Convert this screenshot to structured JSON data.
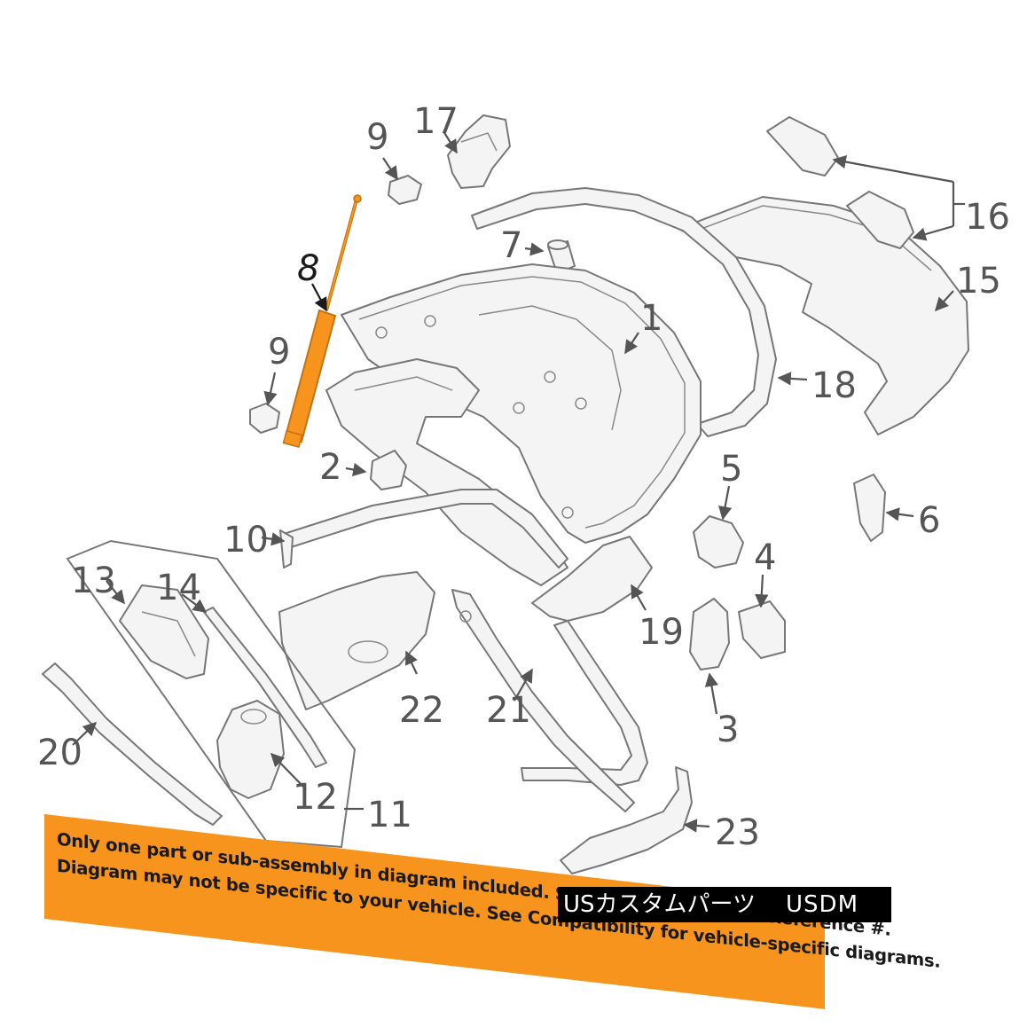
{
  "diagram": {
    "highlight_color": "#f7941d",
    "line_color": "#777777",
    "callouts": [
      {
        "id": "c1",
        "label": "1"
      },
      {
        "id": "c2",
        "label": "2"
      },
      {
        "id": "c3",
        "label": "3"
      },
      {
        "id": "c4",
        "label": "4"
      },
      {
        "id": "c5",
        "label": "5"
      },
      {
        "id": "c6",
        "label": "6"
      },
      {
        "id": "c7",
        "label": "7"
      },
      {
        "id": "c8",
        "label": "8",
        "highlighted": true
      },
      {
        "id": "c9a",
        "label": "9"
      },
      {
        "id": "c9b",
        "label": "9"
      },
      {
        "id": "c10",
        "label": "10"
      },
      {
        "id": "c11",
        "label": "11"
      },
      {
        "id": "c12",
        "label": "12"
      },
      {
        "id": "c13",
        "label": "13"
      },
      {
        "id": "c14",
        "label": "14"
      },
      {
        "id": "c15",
        "label": "15"
      },
      {
        "id": "c16",
        "label": "16"
      },
      {
        "id": "c17",
        "label": "17"
      },
      {
        "id": "c18",
        "label": "18"
      },
      {
        "id": "c19",
        "label": "19"
      },
      {
        "id": "c20",
        "label": "20"
      },
      {
        "id": "c21",
        "label": "21"
      },
      {
        "id": "c22",
        "label": "22"
      },
      {
        "id": "c23",
        "label": "23"
      }
    ]
  },
  "banner": {
    "background": "#f7941d",
    "line1": "Only one part or sub-assembly in diagram included. See Item Specifics for Reference #.",
    "line2": "Diagram may not be specific to your vehicle. See Compatibility for vehicle-specific diagrams."
  },
  "watermark": {
    "brand": "USカスタムパーツ",
    "tail": "USDM"
  }
}
